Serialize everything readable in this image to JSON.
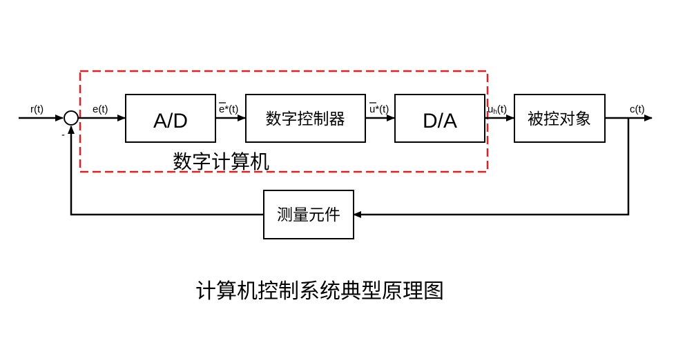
{
  "signals": {
    "r": "r(t)",
    "e": "e(t)",
    "e_star": "e*(t)",
    "u_star": "u*(t)",
    "u_h_main": "u",
    "u_h_sub": "h",
    "u_h_tail": "(t)",
    "c": "c(t)",
    "minus": "-"
  },
  "blocks": {
    "ad": "A/D",
    "controller": "数字控制器",
    "da": "D/A",
    "plant": "被控对象",
    "sensor": "测量元件"
  },
  "computer_region_label": "数字计算机",
  "caption": "计算机控制系统典型原理图",
  "colors": {
    "computer_region_border": "#e02020"
  }
}
